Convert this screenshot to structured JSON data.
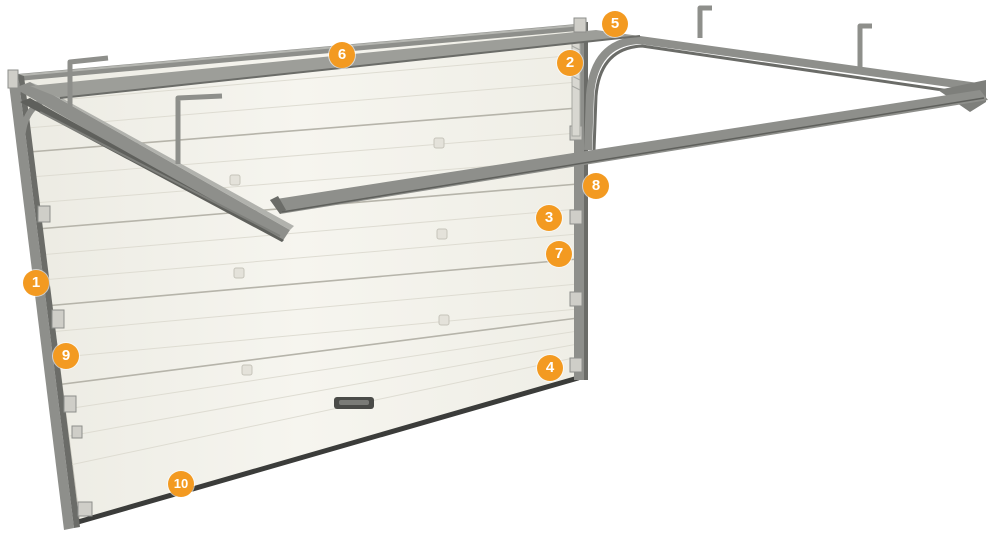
{
  "colors": {
    "callout": "#f39a21",
    "panel": "#f3f1e9",
    "frame": "#8e8f8b",
    "frame_dark": "#5f605c",
    "seal": "#3b3c3a"
  },
  "callouts": [
    {
      "label": "1"
    },
    {
      "label": "2"
    },
    {
      "label": "3"
    },
    {
      "label": "4"
    },
    {
      "label": "5"
    },
    {
      "label": "6"
    },
    {
      "label": "7"
    },
    {
      "label": "8"
    },
    {
      "label": "9"
    },
    {
      "label": "10"
    }
  ]
}
